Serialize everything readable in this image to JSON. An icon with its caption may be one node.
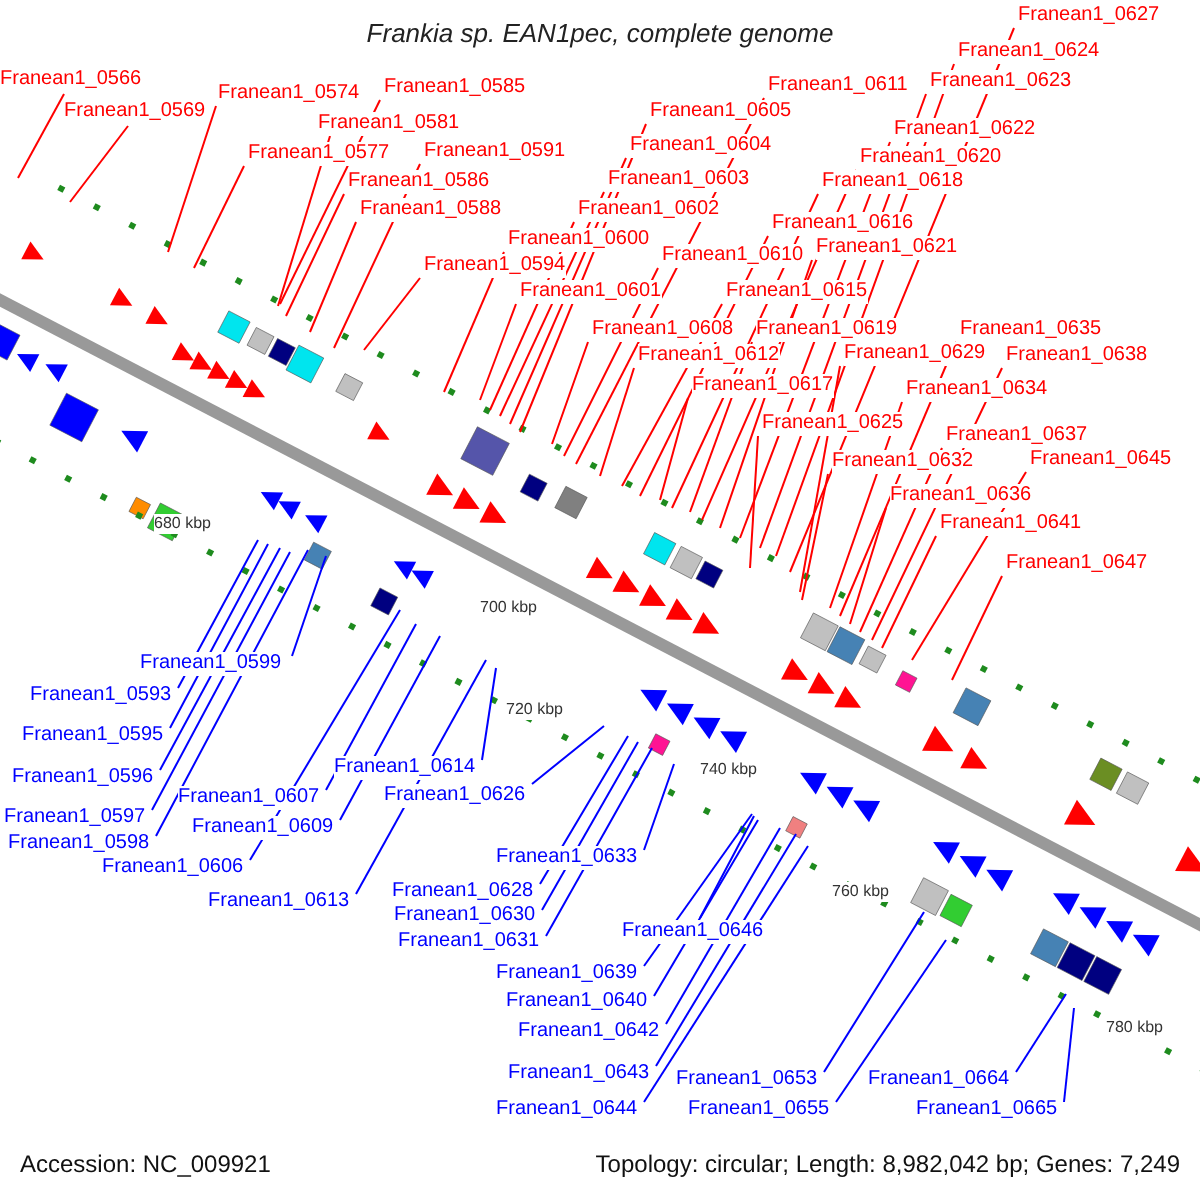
{
  "diagram": {
    "title": "Frankia sp. EAN1pec, complete genome",
    "nodes": [
      {
        "text": [
          "Franean1_0566"
        ]
      },
      {
        "text": [
          "Franean1_0569"
        ]
      },
      {
        "text": [
          "Franean1_0574"
        ]
      },
      {
        "text": [
          "Franean1_0577"
        ]
      },
      {
        "text": [
          "Franean1_0581"
        ]
      },
      {
        "text": [
          "Franean1_0585"
        ]
      },
      {
        "text": [
          "Franean1_0586"
        ]
      },
      {
        "text": [
          "Franean1_0588"
        ]
      },
      {
        "text": [
          "Franean1_0591"
        ]
      },
      {
        "text": [
          "Franean1_0594"
        ]
      },
      {
        "text": [
          "Franean1_0600"
        ]
      },
      {
        "text": [
          "Franean1_0601"
        ]
      },
      {
        "text": [
          "Franean1_0602"
        ]
      },
      {
        "text": [
          "Franean1_0603"
        ]
      },
      {
        "text": [
          "Franean1_0604"
        ]
      },
      {
        "text": [
          "Franean1_0605"
        ]
      },
      {
        "text": [
          "Franean1_0608"
        ]
      },
      {
        "text": [
          "Franean1_0610"
        ]
      },
      {
        "text": [
          "Franean1_0611"
        ]
      },
      {
        "text": [
          "Franean1_0612"
        ]
      },
      {
        "text": [
          "Franean1_0615"
        ]
      },
      {
        "text": [
          "Franean1_0616"
        ]
      },
      {
        "text": [
          "Franean1_0617"
        ]
      },
      {
        "text": [
          "Franean1_0618"
        ]
      },
      {
        "text": [
          "Franean1_0619"
        ]
      },
      {
        "text": [
          "Franean1_0620"
        ]
      },
      {
        "text": [
          "Franean1_0621"
        ]
      },
      {
        "text": [
          "Franean1_0622"
        ]
      },
      {
        "text": [
          "Franean1_0623"
        ]
      },
      {
        "text": [
          "Franean1_0624"
        ]
      },
      {
        "text": [
          "Franean1_0625"
        ]
      },
      {
        "text": [
          "Franean1_0627"
        ]
      },
      {
        "text": [
          "Franean1_0629"
        ]
      },
      {
        "text": [
          "Franean1_0632"
        ]
      },
      {
        "text": [
          "Franean1_0634"
        ]
      },
      {
        "text": [
          "Franean1_0635"
        ]
      },
      {
        "text": [
          "Franean1_0636"
        ]
      },
      {
        "text": [
          "Franean1_0637"
        ]
      },
      {
        "text": [
          "Franean1_0638"
        ]
      },
      {
        "text": [
          "Franean1_0641"
        ]
      },
      {
        "text": [
          "Franean1_0645"
        ]
      },
      {
        "text": [
          "Franean1_0647"
        ]
      },
      {
        "text": [
          "Franean1_0599"
        ]
      },
      {
        "text": [
          "Franean1_0593"
        ]
      },
      {
        "text": [
          "Franean1_0595"
        ]
      },
      {
        "text": [
          "Franean1_0596"
        ]
      },
      {
        "text": [
          "Franean1_0597"
        ]
      },
      {
        "text": [
          "Franean1_0598"
        ]
      },
      {
        "text": [
          "Franean1_0606"
        ]
      },
      {
        "text": [
          "Franean1_0607"
        ]
      },
      {
        "text": [
          "Franean1_0609"
        ]
      },
      {
        "text": [
          "Franean1_0613"
        ]
      },
      {
        "text": [
          "Franean1_0614"
        ]
      },
      {
        "text": [
          "Franean1_0626"
        ]
      },
      {
        "text": [
          "Franean1_0628"
        ]
      },
      {
        "text": [
          "Franean1_0630"
        ]
      },
      {
        "text": [
          "Franean1_0631"
        ]
      },
      {
        "text": [
          "Franean1_0633"
        ]
      },
      {
        "text": [
          "Franean1_0639"
        ]
      },
      {
        "text": [
          "Franean1_0640"
        ]
      },
      {
        "text": [
          "Franean1_0642"
        ]
      },
      {
        "text": [
          "Franean1_0643"
        ]
      },
      {
        "text": [
          "Franean1_0644"
        ]
      },
      {
        "text": [
          "Franean1_0646"
        ]
      },
      {
        "text": [
          "Franean1_0653"
        ]
      },
      {
        "text": [
          "Franean1_0655"
        ]
      },
      {
        "text": [
          "Franean1_0664"
        ]
      },
      {
        "text": [
          "Franean1_0665"
        ]
      }
    ],
    "edges": [
      {
        "from": 0,
        "to": null,
        "arrow": "none"
      },
      {
        "from": 1,
        "to": null,
        "arrow": "none"
      },
      {
        "from": 2,
        "to": null,
        "arrow": "none"
      },
      {
        "from": 3,
        "to": null,
        "arrow": "none"
      },
      {
        "from": 4,
        "to": null,
        "arrow": "none"
      },
      {
        "from": 5,
        "to": null,
        "arrow": "none"
      },
      {
        "from": 6,
        "to": null,
        "arrow": "none"
      },
      {
        "from": 7,
        "to": null,
        "arrow": "none"
      },
      {
        "from": 8,
        "to": null,
        "arrow": "none"
      },
      {
        "from": 9,
        "to": null,
        "arrow": "none"
      },
      {
        "from": 10,
        "to": null,
        "arrow": "none"
      },
      {
        "from": 11,
        "to": null,
        "arrow": "none"
      },
      {
        "from": 12,
        "to": null,
        "arrow": "none"
      },
      {
        "from": 13,
        "to": null,
        "arrow": "none"
      },
      {
        "from": 14,
        "to": null,
        "arrow": "none"
      },
      {
        "from": 15,
        "to": null,
        "arrow": "none"
      },
      {
        "from": 16,
        "to": null,
        "arrow": "none"
      },
      {
        "from": 17,
        "to": null,
        "arrow": "none"
      },
      {
        "from": 18,
        "to": null,
        "arrow": "none"
      },
      {
        "from": 19,
        "to": null,
        "arrow": "none"
      },
      {
        "from": 20,
        "to": null,
        "arrow": "none"
      },
      {
        "from": 21,
        "to": null,
        "arrow": "none"
      },
      {
        "from": 22,
        "to": null,
        "arrow": "none"
      },
      {
        "from": 23,
        "to": null,
        "arrow": "none"
      },
      {
        "from": 24,
        "to": null,
        "arrow": "none"
      },
      {
        "from": 25,
        "to": null,
        "arrow": "none"
      },
      {
        "from": 26,
        "to": null,
        "arrow": "none"
      },
      {
        "from": 27,
        "to": null,
        "arrow": "none"
      },
      {
        "from": 28,
        "to": null,
        "arrow": "none"
      },
      {
        "from": 29,
        "to": null,
        "arrow": "none"
      },
      {
        "from": 30,
        "to": null,
        "arrow": "none"
      },
      {
        "from": 31,
        "to": null,
        "arrow": "none"
      },
      {
        "from": 32,
        "to": null,
        "arrow": "none"
      },
      {
        "from": 33,
        "to": null,
        "arrow": "none"
      },
      {
        "from": 34,
        "to": null,
        "arrow": "none"
      },
      {
        "from": 35,
        "to": null,
        "arrow": "none"
      },
      {
        "from": 36,
        "to": null,
        "arrow": "none"
      },
      {
        "from": 37,
        "to": null,
        "arrow": "none"
      },
      {
        "from": 38,
        "to": null,
        "arrow": "none"
      },
      {
        "from": 39,
        "to": null,
        "arrow": "none"
      },
      {
        "from": 40,
        "to": null,
        "arrow": "none"
      },
      {
        "from": 41,
        "to": null,
        "arrow": "none"
      },
      {
        "from": 42,
        "to": null,
        "arrow": "none",
        "color": "#0000ff"
      },
      {
        "from": 43,
        "to": null,
        "arrow": "none",
        "color": "#0000ff"
      },
      {
        "from": 44,
        "to": null,
        "arrow": "none",
        "color": "#0000ff"
      },
      {
        "from": 45,
        "to": null,
        "arrow": "none",
        "color": "#0000ff"
      },
      {
        "from": 46,
        "to": null,
        "arrow": "none",
        "color": "#0000ff"
      },
      {
        "from": 47,
        "to": null,
        "arrow": "none",
        "color": "#0000ff"
      },
      {
        "from": 48,
        "to": null,
        "arrow": "none",
        "color": "#0000ff"
      },
      {
        "from": 49,
        "to": null,
        "arrow": "none",
        "color": "#0000ff"
      },
      {
        "from": 50,
        "to": null,
        "arrow": "none",
        "color": "#0000ff"
      },
      {
        "from": 51,
        "to": null,
        "arrow": "none",
        "color": "#0000ff"
      },
      {
        "from": 52,
        "to": null,
        "arrow": "none",
        "color": "#0000ff"
      },
      {
        "from": 53,
        "to": null,
        "arrow": "none",
        "color": "#0000ff"
      },
      {
        "from": 54,
        "to": null,
        "arrow": "none",
        "color": "#0000ff"
      },
      {
        "from": 55,
        "to": null,
        "arrow": "none",
        "color": "#0000ff"
      },
      {
        "from": 56,
        "to": null,
        "arrow": "none",
        "color": "#0000ff"
      },
      {
        "from": 57,
        "to": null,
        "arrow": "none",
        "color": "#0000ff"
      },
      {
        "from": 58,
        "to": null,
        "arrow": "none",
        "color": "#0000ff"
      },
      {
        "from": 59,
        "to": null,
        "arrow": "none",
        "color": "#0000ff"
      },
      {
        "from": 60,
        "to": null,
        "arrow": "none",
        "color": "#0000ff"
      },
      {
        "from": 61,
        "to": null,
        "arrow": "none",
        "color": "#0000ff"
      },
      {
        "from": 62,
        "to": null,
        "arrow": "none",
        "color": "#0000ff"
      },
      {
        "from": 63,
        "to": null,
        "arrow": "none",
        "color": "#0000ff"
      },
      {
        "from": 64,
        "to": null,
        "arrow": "none",
        "color": "#0000ff"
      },
      {
        "from": 65,
        "to": null,
        "arrow": "none",
        "color": "#0000ff"
      },
      {
        "from": 66,
        "to": null,
        "arrow": "none",
        "color": "#0000ff"
      },
      {
        "from": 67,
        "to": null,
        "arrow": "none",
        "color": "#0000ff"
      }
    ],
    "labels": [
      "680 kbp",
      "700 kbp",
      "720 kbp",
      "740 kbp",
      "760 kbp",
      "780 kbp",
      "Accession: NC_009921",
      "Topology: circular; Length: 8,982,042 bp; Genes: 7,249"
    ]
  }
}
